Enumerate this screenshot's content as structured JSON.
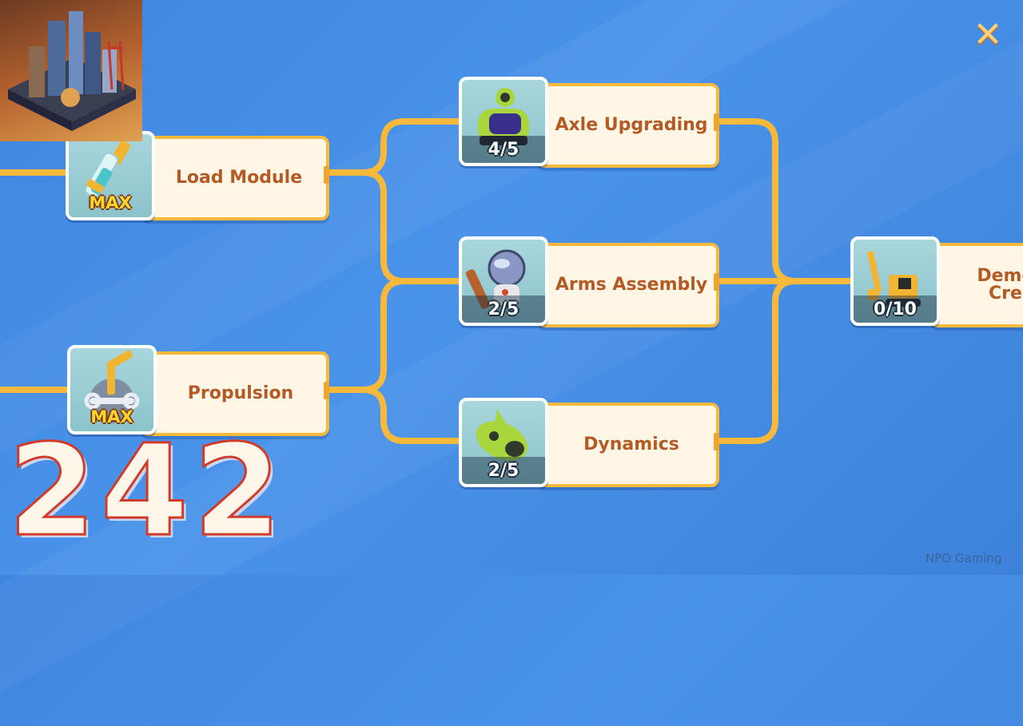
{
  "skills": {
    "load_module": {
      "label": "Load Module",
      "status": "MAX"
    },
    "propulsion": {
      "label": "Propulsion",
      "status": "MAX"
    },
    "axle_upgrading": {
      "label": "Axle Upgrading",
      "level": "4/5"
    },
    "arms_assembly": {
      "label": "Arms Assembly",
      "level": "2/5"
    },
    "dynamics": {
      "label": "Dynamics",
      "level": "2/5"
    },
    "demolition": {
      "label_line1": "Demo",
      "label_line2": "Cre",
      "level": "0/10"
    }
  },
  "overlay": {
    "episode_number": "242",
    "watermark": "NPO Gaming"
  },
  "icons": {
    "close": "close-icon",
    "load_module": "syringe-icon",
    "propulsion": "crane-wrench-icon",
    "axle_upgrading": "green-robot-icon",
    "arms_assembly": "astronaut-robot-icon",
    "dynamics": "green-rocket-icon",
    "demolition": "excavator-icon"
  },
  "colors": {
    "background": "#4a93ea",
    "connector": "#f7b93c",
    "card": "#fff6e6",
    "label_text": "#b35a25",
    "episode_outline": "#d23a2a"
  }
}
